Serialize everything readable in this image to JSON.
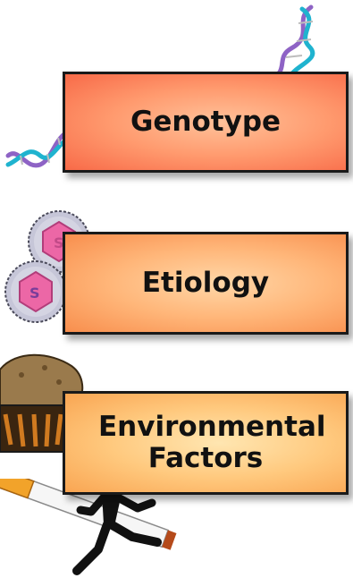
{
  "panels": [
    {
      "label": "Genotype",
      "icon": "dna-icon",
      "color": "#f86a48"
    },
    {
      "label": "Etiology",
      "icon": "virus-icon",
      "color": "#f88e4d"
    },
    {
      "label": "Environmental Factors",
      "icon": "muffin-cigarette-runner-icon",
      "color": "#f9a552"
    }
  ]
}
